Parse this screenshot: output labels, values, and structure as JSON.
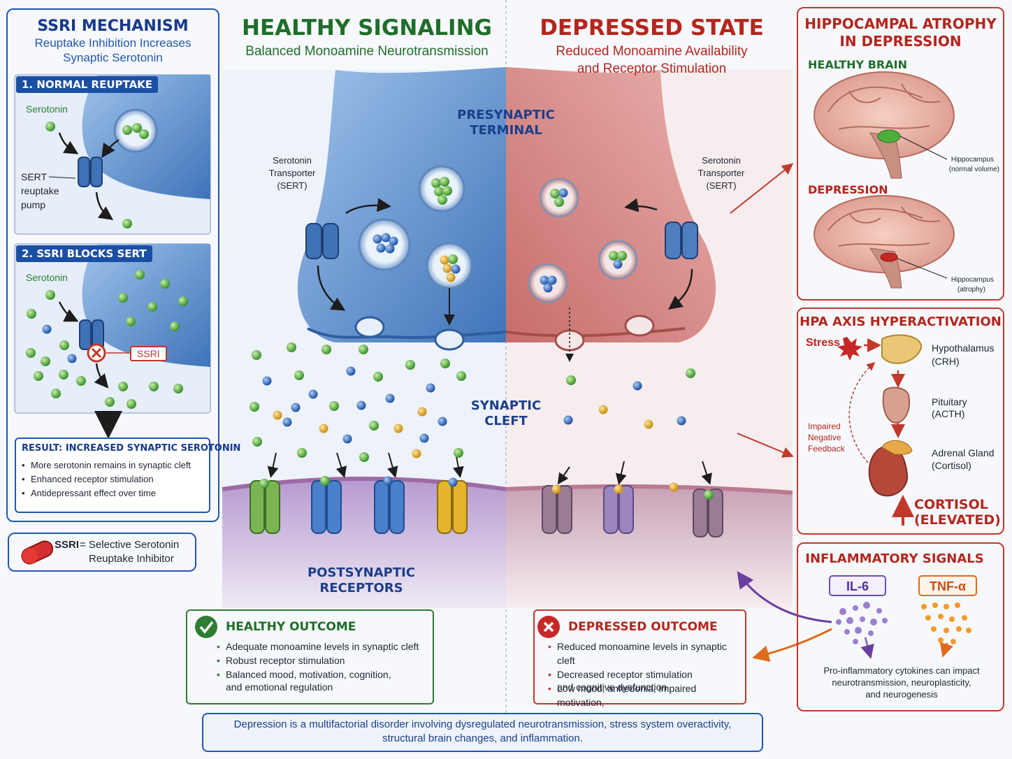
{
  "titles": {
    "healthy": "HEALTHY SIGNALING",
    "healthy_sub": "Balanced Monoamine Neurotransmission",
    "depressed": "DEPRESSED STATE",
    "depressed_sub_1": "Reduced Monoamine Availability",
    "depressed_sub_2": "and Receptor Stimulation"
  },
  "center_labels": {
    "presynaptic_1": "PRESYNAPTIC",
    "presynaptic_2": "TERMINAL",
    "cleft_1": "SYNAPTIC",
    "cleft_2": "CLEFT",
    "postsynaptic_1": "POSTSYNAPTIC",
    "postsynaptic_2": "RECEPTORS",
    "sert_left_1": "Serotonin",
    "sert_left_2": "Transporter",
    "sert_left_3": "(SERT)",
    "sert_right_1": "Serotonin",
    "sert_right_2": "Transporter",
    "sert_right_3": "(SERT)"
  },
  "ssri_panel": {
    "title": "SSRI MECHANISM",
    "subtitle_1": "Reuptake Inhibition Increases",
    "subtitle_2": "Synaptic Serotonin",
    "step1_tag": "1. NORMAL REUPTAKE",
    "step1_serotonin": "Serotonin",
    "step1_sert_1": "SERT",
    "step1_sert_2": "reuptake",
    "step1_sert_3": "pump",
    "step2_tag": "2. SSRI BLOCKS SERT",
    "step2_serotonin": "Serotonin",
    "step2_ssri": "SSRI",
    "result_title": "RESULT: INCREASED SYNAPTIC SEROTONIN",
    "result_items": [
      "More serotonin remains in synaptic cleft",
      "Enhanced receptor stimulation",
      "Antidepressant effect over time"
    ]
  },
  "legend": {
    "abbr": "SSRI",
    "eq": "= Selective Serotonin",
    "line2": "Reuptake Inhibitor"
  },
  "hippocampus_panel": {
    "title_1": "HIPPOCAMPAL ATROPHY",
    "title_2": "IN DEPRESSION",
    "healthy_label": "HEALTHY BRAIN",
    "healthy_note_1": "Hippocampus",
    "healthy_note_2": "(normal volume)",
    "depression_label": "DEPRESSION",
    "depression_note_1": "Hippocampus",
    "depression_note_2": "(atrophy)"
  },
  "hpa_panel": {
    "title": "HPA AXIS HYPERACTIVATION",
    "stress": "Stress",
    "hypothalamus_1": "Hypothalamus",
    "hypothalamus_2": "(CRH)",
    "pituitary_1": "Pituitary",
    "pituitary_2": "(ACTH)",
    "adrenal_1": "Adrenal Gland",
    "adrenal_2": "(Cortisol)",
    "feedback_1": "Impaired",
    "feedback_2": "Negative",
    "feedback_3": "Feedback",
    "cortisol_1": "CORTISOL",
    "cortisol_2": "(ELEVATED)"
  },
  "inflammation_panel": {
    "title": "INFLAMMATORY SIGNALS",
    "il6": "IL-6",
    "tnf": "TNF-α",
    "note_1": "Pro-inflammatory cytokines can impact",
    "note_2": "neurotransmission, neuroplasticity,",
    "note_3": "and neurogenesis"
  },
  "healthy_outcome": {
    "title": "HEALTHY OUTCOME",
    "items": [
      "Adequate monoamine levels in synaptic cleft",
      "Robust receptor stimulation",
      "Balanced mood, motivation, cognition,"
    ],
    "item_cont": "and emotional regulation"
  },
  "depressed_outcome": {
    "title": "DEPRESSED OUTCOME",
    "items": [
      "Reduced monoamine levels in synaptic cleft",
      "Decreased receptor stimulation",
      "Low mood, anhedonia, impaired motivation,"
    ],
    "item_cont": "and cognitive dysfunction"
  },
  "footer": {
    "line1": "Depression is a multifactorial disorder involving dysregulated neurotransmission, stress system overactivity,",
    "line2": "structural brain changes, and inflammation."
  },
  "colors": {
    "healthy_green": "#1f6e2a",
    "depressed_red": "#b3261e",
    "navy": "#1b3f8b",
    "serotonin_green": "#4caf3a",
    "dopamine_blue": "#2467c9",
    "norepinephrine_gold": "#e0a413"
  }
}
